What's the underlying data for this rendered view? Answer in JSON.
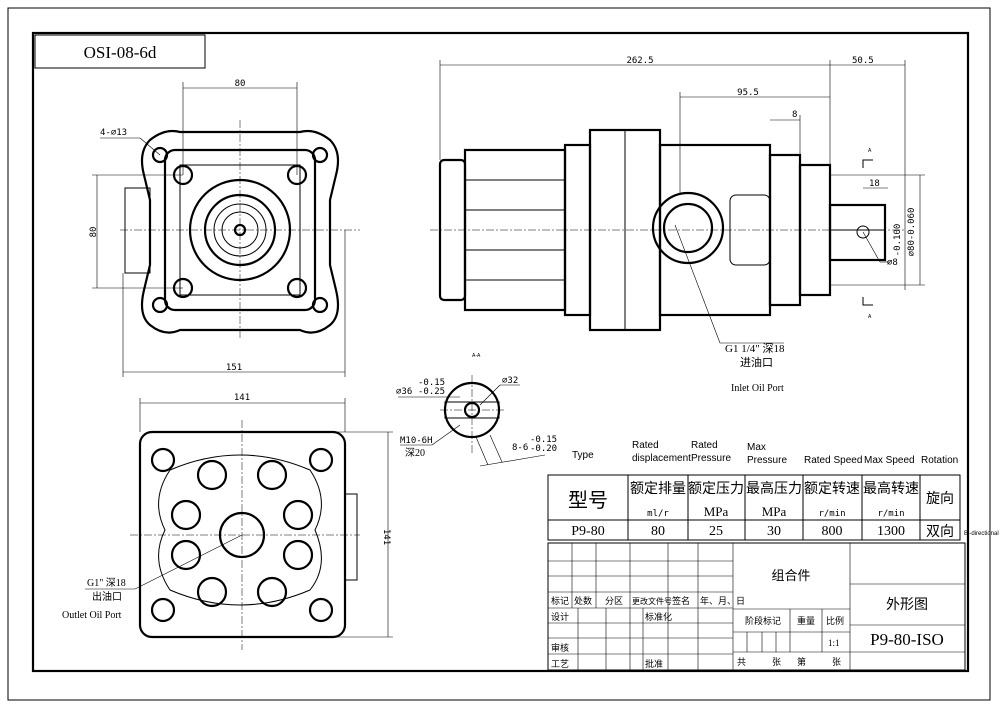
{
  "drawing_code": "OSI-08-6d",
  "front_view": {
    "dim_top": "80",
    "dim_left": "80",
    "dim_bottom": "151",
    "holes": "4-⌀13"
  },
  "rear_view": {
    "dim_top": "141",
    "dim_right": "141",
    "outlet_thread": "G1\" 深18",
    "outlet_cn": "出油口",
    "outlet_en": "Outlet Oil Port"
  },
  "section": {
    "title": "A-A",
    "od": "⌀36",
    "od_tol_upper": "-0.15",
    "od_tol_lower": "-0.25",
    "id": "⌀32",
    "thread": "M10-6H",
    "thread_depth": "深20",
    "key": "8-6",
    "key_tol_upper": "-0.15",
    "key_tol_lower": "-0.20"
  },
  "side_view": {
    "dim_total": "262.5",
    "dim_shaft": "50.5",
    "dim_port": "95.5",
    "dim_8": "8",
    "dim_18": "18",
    "shaft_dia": "⌀80-0.060",
    "shaft_dia_tol": "-0.100",
    "pin": "⌀8",
    "section_mark": "A",
    "inlet_thread": "G1 1/4\" 深18",
    "inlet_cn": "进油口",
    "inlet_en": "Inlet Oil Port"
  },
  "spec_table": {
    "en_headers": [
      "Type",
      "Rated displacement",
      "Rated Pressure",
      "Max Pressure",
      "Rated Speed",
      "Max Speed",
      "Rotation"
    ],
    "cn_headers": [
      "型号",
      "额定排量",
      "额定压力",
      "最高压力",
      "额定转速",
      "最高转速",
      "旋向"
    ],
    "units": [
      "",
      "ml/r",
      "MPa",
      "MPa",
      "r/min",
      "r/min",
      ""
    ],
    "values": [
      "P9-80",
      "80",
      "25",
      "30",
      "800",
      "1300",
      "双向"
    ],
    "rotation_en": "Bi-directional"
  },
  "title_block": {
    "rev_headers": [
      "标记",
      "处数",
      "分区",
      "更改文件号",
      "签名",
      "年、月、日"
    ],
    "roles": [
      "设计",
      "审核",
      "工艺"
    ],
    "std": "标准化",
    "approve": "批准",
    "assembly": "组合件",
    "stage": "阶段标记",
    "weight": "重量",
    "scale_label": "比例",
    "scale": "1:1",
    "total": "共",
    "sheet_unit": "张",
    "sheet_no": "第",
    "sheet_unit2": "张",
    "drawing_name": "外形图",
    "part_no": "P9-80-ISO"
  }
}
